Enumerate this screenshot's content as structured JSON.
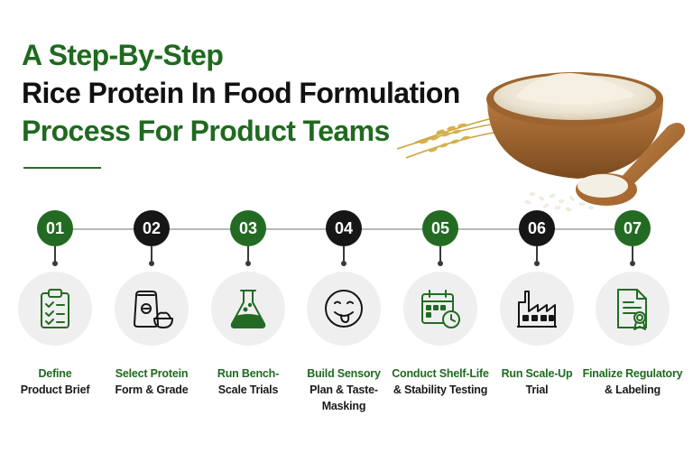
{
  "title": {
    "line1": "A Step-By-Step",
    "line2": "Rice Protein In Food Formulation",
    "line3": "Process For Product Teams"
  },
  "colors": {
    "green": "#236b23",
    "dark": "#161616",
    "icon_bg": "#efefef",
    "line": "#b8b8b8"
  },
  "hero": {
    "icons": [
      "wooden-bowl-of-rice-flour",
      "rice-stalks",
      "wooden-scoop-with-rice"
    ]
  },
  "steps": [
    {
      "number": "01",
      "icon": "clipboard-checklist-icon",
      "label_line1": "Define",
      "label_line2": "Product Brief",
      "label_line3": ""
    },
    {
      "number": "02",
      "icon": "protein-bag-and-bowl-icon",
      "label_line1": "Select Protein",
      "label_line2": "Form & Grade",
      "label_line3": ""
    },
    {
      "number": "03",
      "icon": "lab-flask-icon",
      "label_line1": "Run Bench-",
      "label_line2": "Scale Trials",
      "label_line3": ""
    },
    {
      "number": "04",
      "icon": "tasting-face-icon",
      "label_line1": "Build Sensory",
      "label_line2": "Plan & Taste-",
      "label_line3": "Masking"
    },
    {
      "number": "05",
      "icon": "calendar-clock-icon",
      "label_line1": "Conduct Shelf-Life",
      "label_line2": "& Stability Testing",
      "label_line3": ""
    },
    {
      "number": "06",
      "icon": "factory-icon",
      "label_line1": "Run Scale-Up",
      "label_line2": "Trial",
      "label_line3": ""
    },
    {
      "number": "07",
      "icon": "certified-document-icon",
      "label_line1": "Finalize Regulatory",
      "label_line2": "& Labeling",
      "label_line3": ""
    }
  ]
}
